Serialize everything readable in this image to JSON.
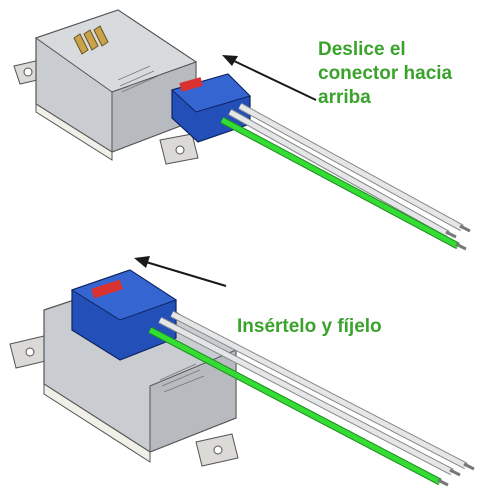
{
  "steps": [
    {
      "caption_lines": [
        "Deslice el",
        "conector hacia",
        "arriba"
      ]
    },
    {
      "caption_lines": [
        "Insértelo y fíjelo"
      ]
    }
  ],
  "colors": {
    "caption": "#3aa32c",
    "device_body": "#c9ccd0",
    "device_dark": "#8f949a",
    "connector_blue": "#2350b8",
    "wire_green": "#33dd33",
    "wire_white": "#e4e6e8",
    "arrow": "#1a1a1a"
  }
}
